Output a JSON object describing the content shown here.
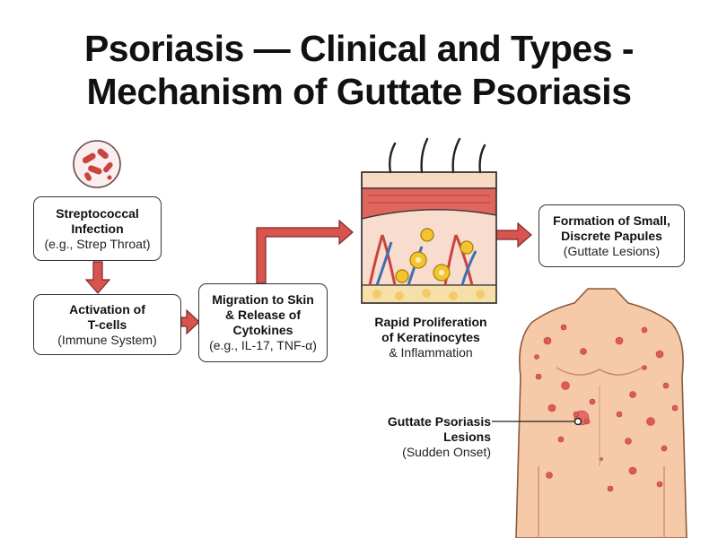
{
  "title": {
    "line1": "Psoriasis — Clinical and Types -",
    "line2": "Mechanism of Guttate Psoriasis"
  },
  "steps": {
    "infection": {
      "line1": "Streptococcal",
      "line2": "Infection",
      "line3": "(e.g., Strep Throat)"
    },
    "activation": {
      "line1": "Activation of",
      "line2": "T-cells",
      "line3": "(Immune System)"
    },
    "migration": {
      "line1": "Migration to Skin",
      "line2": "& Release of",
      "line3": "Cytokines",
      "line4": "(e.g., IL-17, TNF-α)"
    },
    "proliferation": {
      "line1": "Rapid Proliferation",
      "line2": "of Keratinocytes",
      "line3": "& Inflammation"
    },
    "formation": {
      "line1": "Formation of Small,",
      "line2": "Discrete Papules",
      "line3": "(Guttate Lesions)"
    }
  },
  "lesion_label": {
    "line1": "Guttate Psoriasis",
    "line2": "Lesions",
    "line3": "(Sudden Onset)"
  },
  "icons": {
    "bacteria": "bacteria-icon",
    "skin": "skin-cross-section-icon",
    "torso": "torso-with-lesions-icon"
  },
  "colors": {
    "arrow": "#d9534f",
    "skin_tone": "#f6c9a8",
    "lesion": "#dd5a5a",
    "epidermis": "#e0655c"
  }
}
